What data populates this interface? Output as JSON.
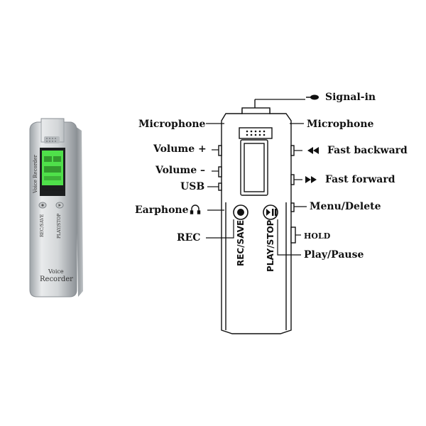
{
  "photo": {
    "side_brand": "Voice Recorder",
    "screen_text": "Voice Recorder",
    "rec_label": "REC/SAVE",
    "play_label": "PLAY/STOP",
    "front_line1": "Voice",
    "front_line2": "Recorder"
  },
  "diagram": {
    "button_rec": "REC/SAVE",
    "button_play": "PLAY/STOP"
  },
  "labels": {
    "signal_in": "Signal-in",
    "microphone_left": "Microphone",
    "microphone_right": "Microphone",
    "volume_plus": "Volume +",
    "volume_minus": "Volume –",
    "usb": "USB",
    "earphone": "Earphone",
    "rec": "REC",
    "fast_backward": "Fast backward",
    "fast_forward": "Fast forward",
    "menu_delete": "Menu/Delete",
    "hold": "HOLD",
    "play_pause": "Play/Pause"
  },
  "colors": {
    "screen_green": "#4fe04a",
    "device_silver": "#c9cccf"
  }
}
